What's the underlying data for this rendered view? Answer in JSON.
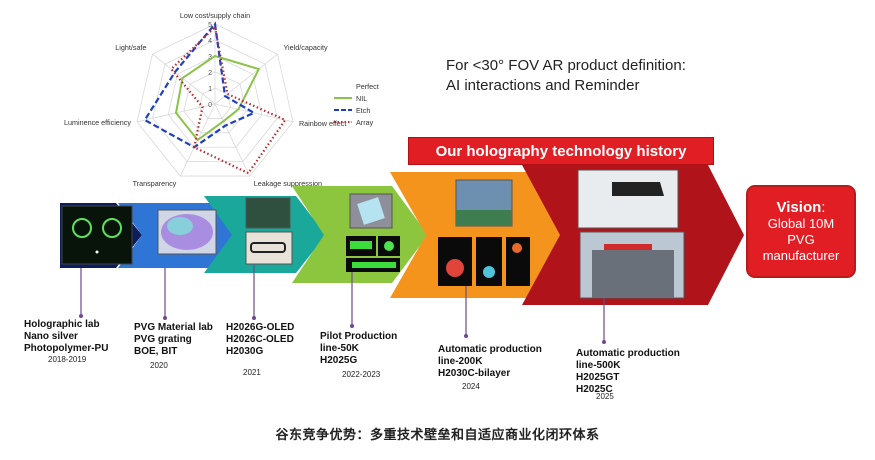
{
  "radar": {
    "axes": [
      "Low cost/supply chain",
      "Yield/capacity",
      "Rainbow effect",
      "Leakage suppression",
      "Transparency",
      "Luminence efficiency",
      "Light/safe"
    ],
    "ticks": [
      "0",
      "1",
      "2",
      "3",
      "4",
      "5"
    ],
    "max": 5,
    "legend_title": "Perfect",
    "series": [
      {
        "name": "NIL",
        "color": "#8bc34a",
        "dash": "solid",
        "values": [
          3.0,
          3.5,
          1.5,
          1.2,
          2.5,
          2.5,
          2.6
        ]
      },
      {
        "name": "Etch",
        "color": "#1f3fbf",
        "dash": "dash",
        "values": [
          5.0,
          0.8,
          2.5,
          1.5,
          3.0,
          4.5,
          3.2
        ]
      },
      {
        "name": "Array",
        "color": "#c0282d",
        "dash": "dot",
        "values": [
          4.8,
          1.0,
          4.5,
          4.8,
          3.0,
          0.8,
          3.5
        ]
      }
    ]
  },
  "headline": {
    "line1": "For <30° FOV AR product definition:",
    "line2": "AI interactions and Reminder"
  },
  "history_title": "Our holography technology history",
  "vision": {
    "title": "Vision",
    "colon": ":",
    "line1": "Global 10M",
    "line2": "PVG",
    "line3": "manufacturer"
  },
  "stages": [
    {
      "lines": [
        "Holographic lab",
        "Nano silver",
        "Photopolymer-PU"
      ],
      "year": "2018-2019",
      "color": "#0b1e5b"
    },
    {
      "lines": [
        "PVG Material lab",
        "PVG grating",
        "BOE, BIT"
      ],
      "year": "2020",
      "color": "#2e75d6"
    },
    {
      "lines": [
        "H2026G-OLED",
        "H2026C-OLED",
        "H2030G"
      ],
      "year": "2021",
      "color": "#1aa89b"
    },
    {
      "lines": [
        "Pilot Production",
        "line-50K",
        "H2025G"
      ],
      "year": "2022-2023",
      "color": "#8cc63f"
    },
    {
      "lines": [
        "Automatic production",
        "line-200K",
        "H2030C-bilayer"
      ],
      "year": "2024",
      "color": "#f5941d"
    },
    {
      "lines": [
        "Automatic production",
        "line-500K",
        "H2025GT",
        "H2025C"
      ],
      "year": "2025",
      "color": "#b1131a"
    }
  ],
  "caption": "谷东竞争优势：多重技术壁垒和自适应商业化闭环体系"
}
